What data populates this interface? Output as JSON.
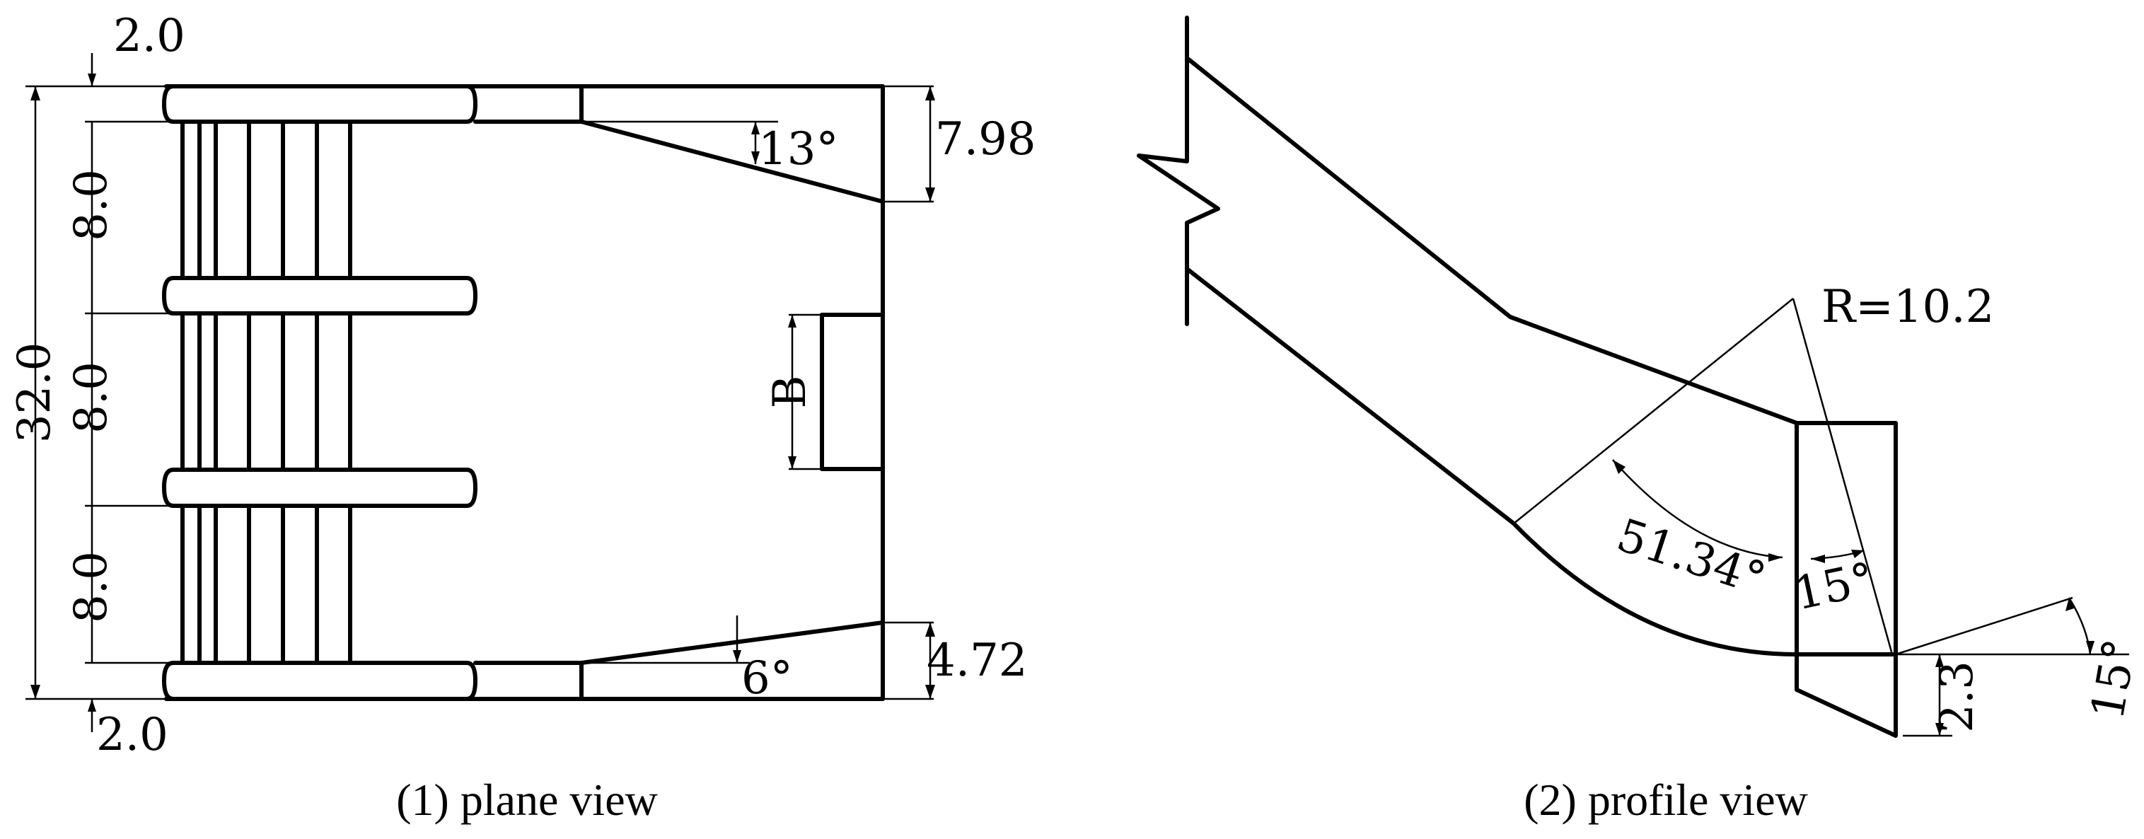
{
  "plane_view": {
    "caption": "(1) plane view",
    "dim_top_gap": "2.0",
    "dim_bottom_gap": "2.0",
    "dim_total": "32.0",
    "dim_pitch_1": "8.0",
    "dim_pitch_2": "8.0",
    "dim_pitch_3": "8.0",
    "dim_right_top": "7.98",
    "dim_right_bottom": "4.72",
    "angle_top": "13°",
    "angle_bottom": "6°",
    "dim_slot": "B"
  },
  "profile_view": {
    "caption": "(2) profile view",
    "radius": "R=10.2",
    "angle_arc": "51.34°",
    "angle_lip": "15°",
    "angle_exit": "15°",
    "dim_step": "2.3"
  }
}
